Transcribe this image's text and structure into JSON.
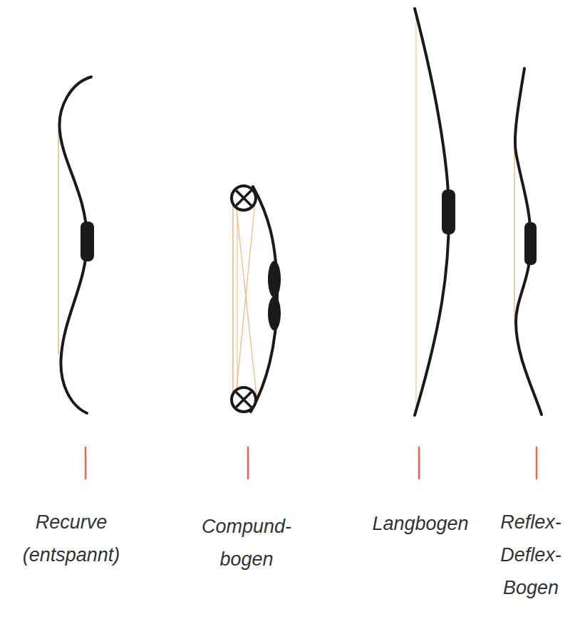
{
  "diagram": {
    "labels": [
      "Recurve (entspannt)",
      "Compund- bogen",
      "Langbogen",
      "Reflex- Deflex- Bogen"
    ]
  }
}
